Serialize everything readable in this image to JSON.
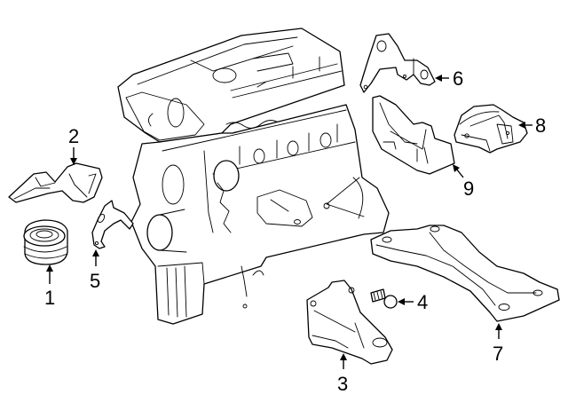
{
  "diagram": {
    "type": "exploded-parts-diagram",
    "subject": "engine mounts",
    "background_color": "#ffffff",
    "line_color": "#000000",
    "main_component": "engine",
    "callouts": [
      {
        "id": "1",
        "label": "1",
        "part": "engine mount"
      },
      {
        "id": "2",
        "label": "2",
        "part": "front mount bracket"
      },
      {
        "id": "3",
        "label": "3",
        "part": "mount bracket"
      },
      {
        "id": "4",
        "label": "4",
        "part": "bolt"
      },
      {
        "id": "5",
        "label": "5",
        "part": "small bracket"
      },
      {
        "id": "6",
        "label": "6",
        "part": "bracket"
      },
      {
        "id": "7",
        "label": "7",
        "part": "crossmember"
      },
      {
        "id": "8",
        "label": "8",
        "part": "transmission mount"
      },
      {
        "id": "9",
        "label": "9",
        "part": "mount support bracket"
      }
    ]
  }
}
